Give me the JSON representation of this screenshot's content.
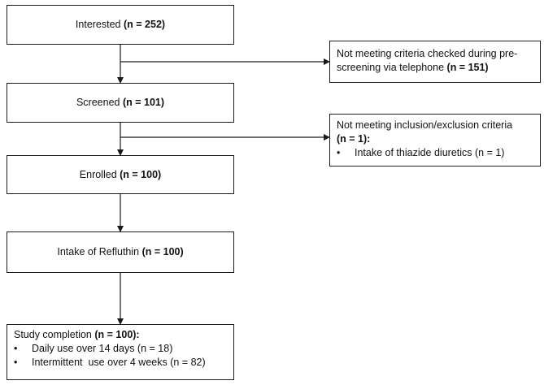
{
  "boxes": {
    "interested": {
      "label": "Interested",
      "count": "(n = 252)"
    },
    "screened": {
      "label": "Screened",
      "count": "(n = 101)"
    },
    "enrolled": {
      "label": "Enrolled",
      "count": "(n = 100)"
    },
    "intake": {
      "label": "Intake of Refluthin",
      "count": "(n = 100)"
    },
    "completion": {
      "label": "Study completion",
      "count": "(n = 100):",
      "items": [
        "Daily use over 14 days (n = 18)",
        "Intermittent  use over 4 weeks (n = 82)"
      ]
    }
  },
  "exclusions": {
    "prescreening": {
      "text_line1": "Not meeting criteria checked during pre-",
      "text_line2": "screening via telephone",
      "count": "(n = 151)"
    },
    "inclusion": {
      "text": "Not meeting inclusion/exclusion criteria",
      "count": "(n = 1):",
      "items": [
        "Intake of thiazide diuretics (n = 1)"
      ]
    }
  },
  "bullet_symbol": "•",
  "colors": {
    "stroke": "#1a1a1a",
    "text": "#111111",
    "background": "#ffffff"
  }
}
